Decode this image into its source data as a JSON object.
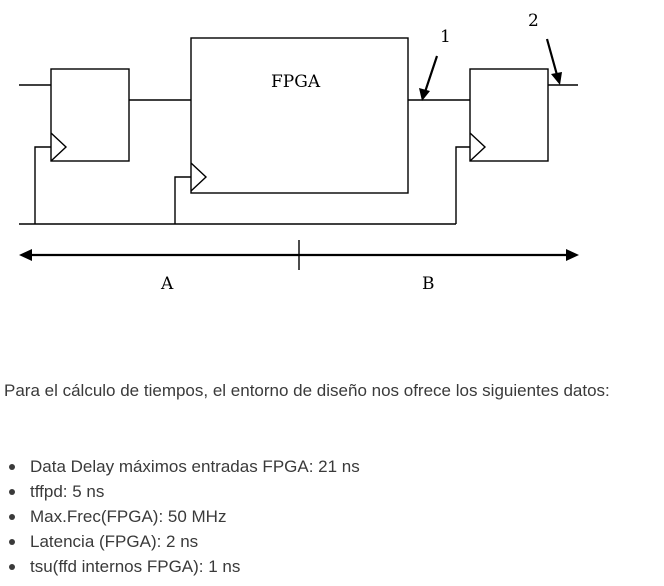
{
  "diagram": {
    "fpga_label": "FPGA",
    "marker_1": "1",
    "marker_2": "2",
    "segment_a": "A",
    "segment_b": "B"
  },
  "intro_text": "Para el cálculo de tiempos, el entorno de diseño nos ofrece los siguientes datos:",
  "data_items": [
    "Data Delay máximos entradas FPGA: 21 ns",
    "tffpd: 5 ns",
    "Max.Frec(FPGA): 50 MHz",
    "Latencia (FPGA): 2 ns",
    "tsu(ffd internos FPGA): 1 ns"
  ],
  "colors": {
    "line": "#000000",
    "text": "#3a3a3a"
  }
}
